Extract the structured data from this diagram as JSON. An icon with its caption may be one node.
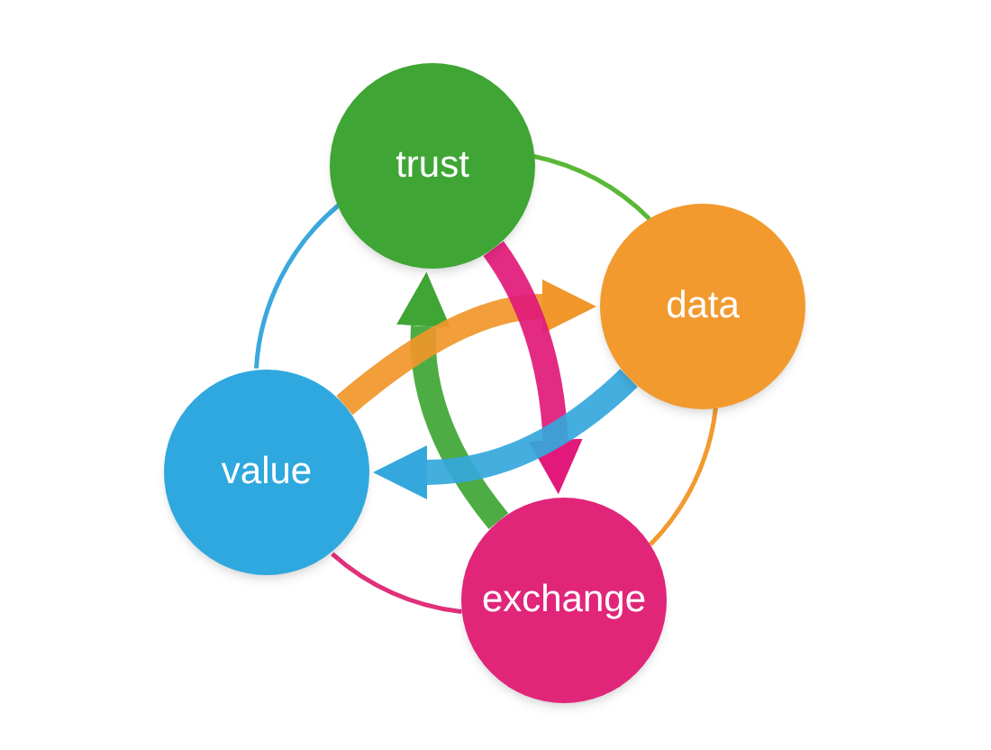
{
  "diagram": {
    "nodes": [
      {
        "text": [
          "trust"
        ]
      },
      {
        "text": [
          "data"
        ]
      },
      {
        "text": [
          "value"
        ]
      },
      {
        "text": [
          "exchange"
        ]
      }
    ],
    "edges": [
      {
        "from": 0,
        "to": 1,
        "arrow": "none",
        "color": "#5bb738"
      },
      {
        "from": 1,
        "to": 3,
        "arrow": "none",
        "color": "#f29a2e"
      },
      {
        "from": 3,
        "to": 2,
        "arrow": "none",
        "color": "#e0307a"
      },
      {
        "from": 2,
        "to": 0,
        "arrow": "none",
        "color": "#3aa8dd"
      },
      {
        "from": 3,
        "to": 0,
        "arrow": "to",
        "style": "thick",
        "color": "#3fa535"
      },
      {
        "from": 2,
        "to": 1,
        "arrow": "to",
        "style": "thick",
        "color": "#f0962a"
      },
      {
        "from": 0,
        "to": 3,
        "arrow": "to",
        "style": "thick",
        "color": "#e2197a"
      },
      {
        "from": 1,
        "to": 2,
        "arrow": "to",
        "style": "thick",
        "color": "#34a7dc"
      }
    ]
  }
}
